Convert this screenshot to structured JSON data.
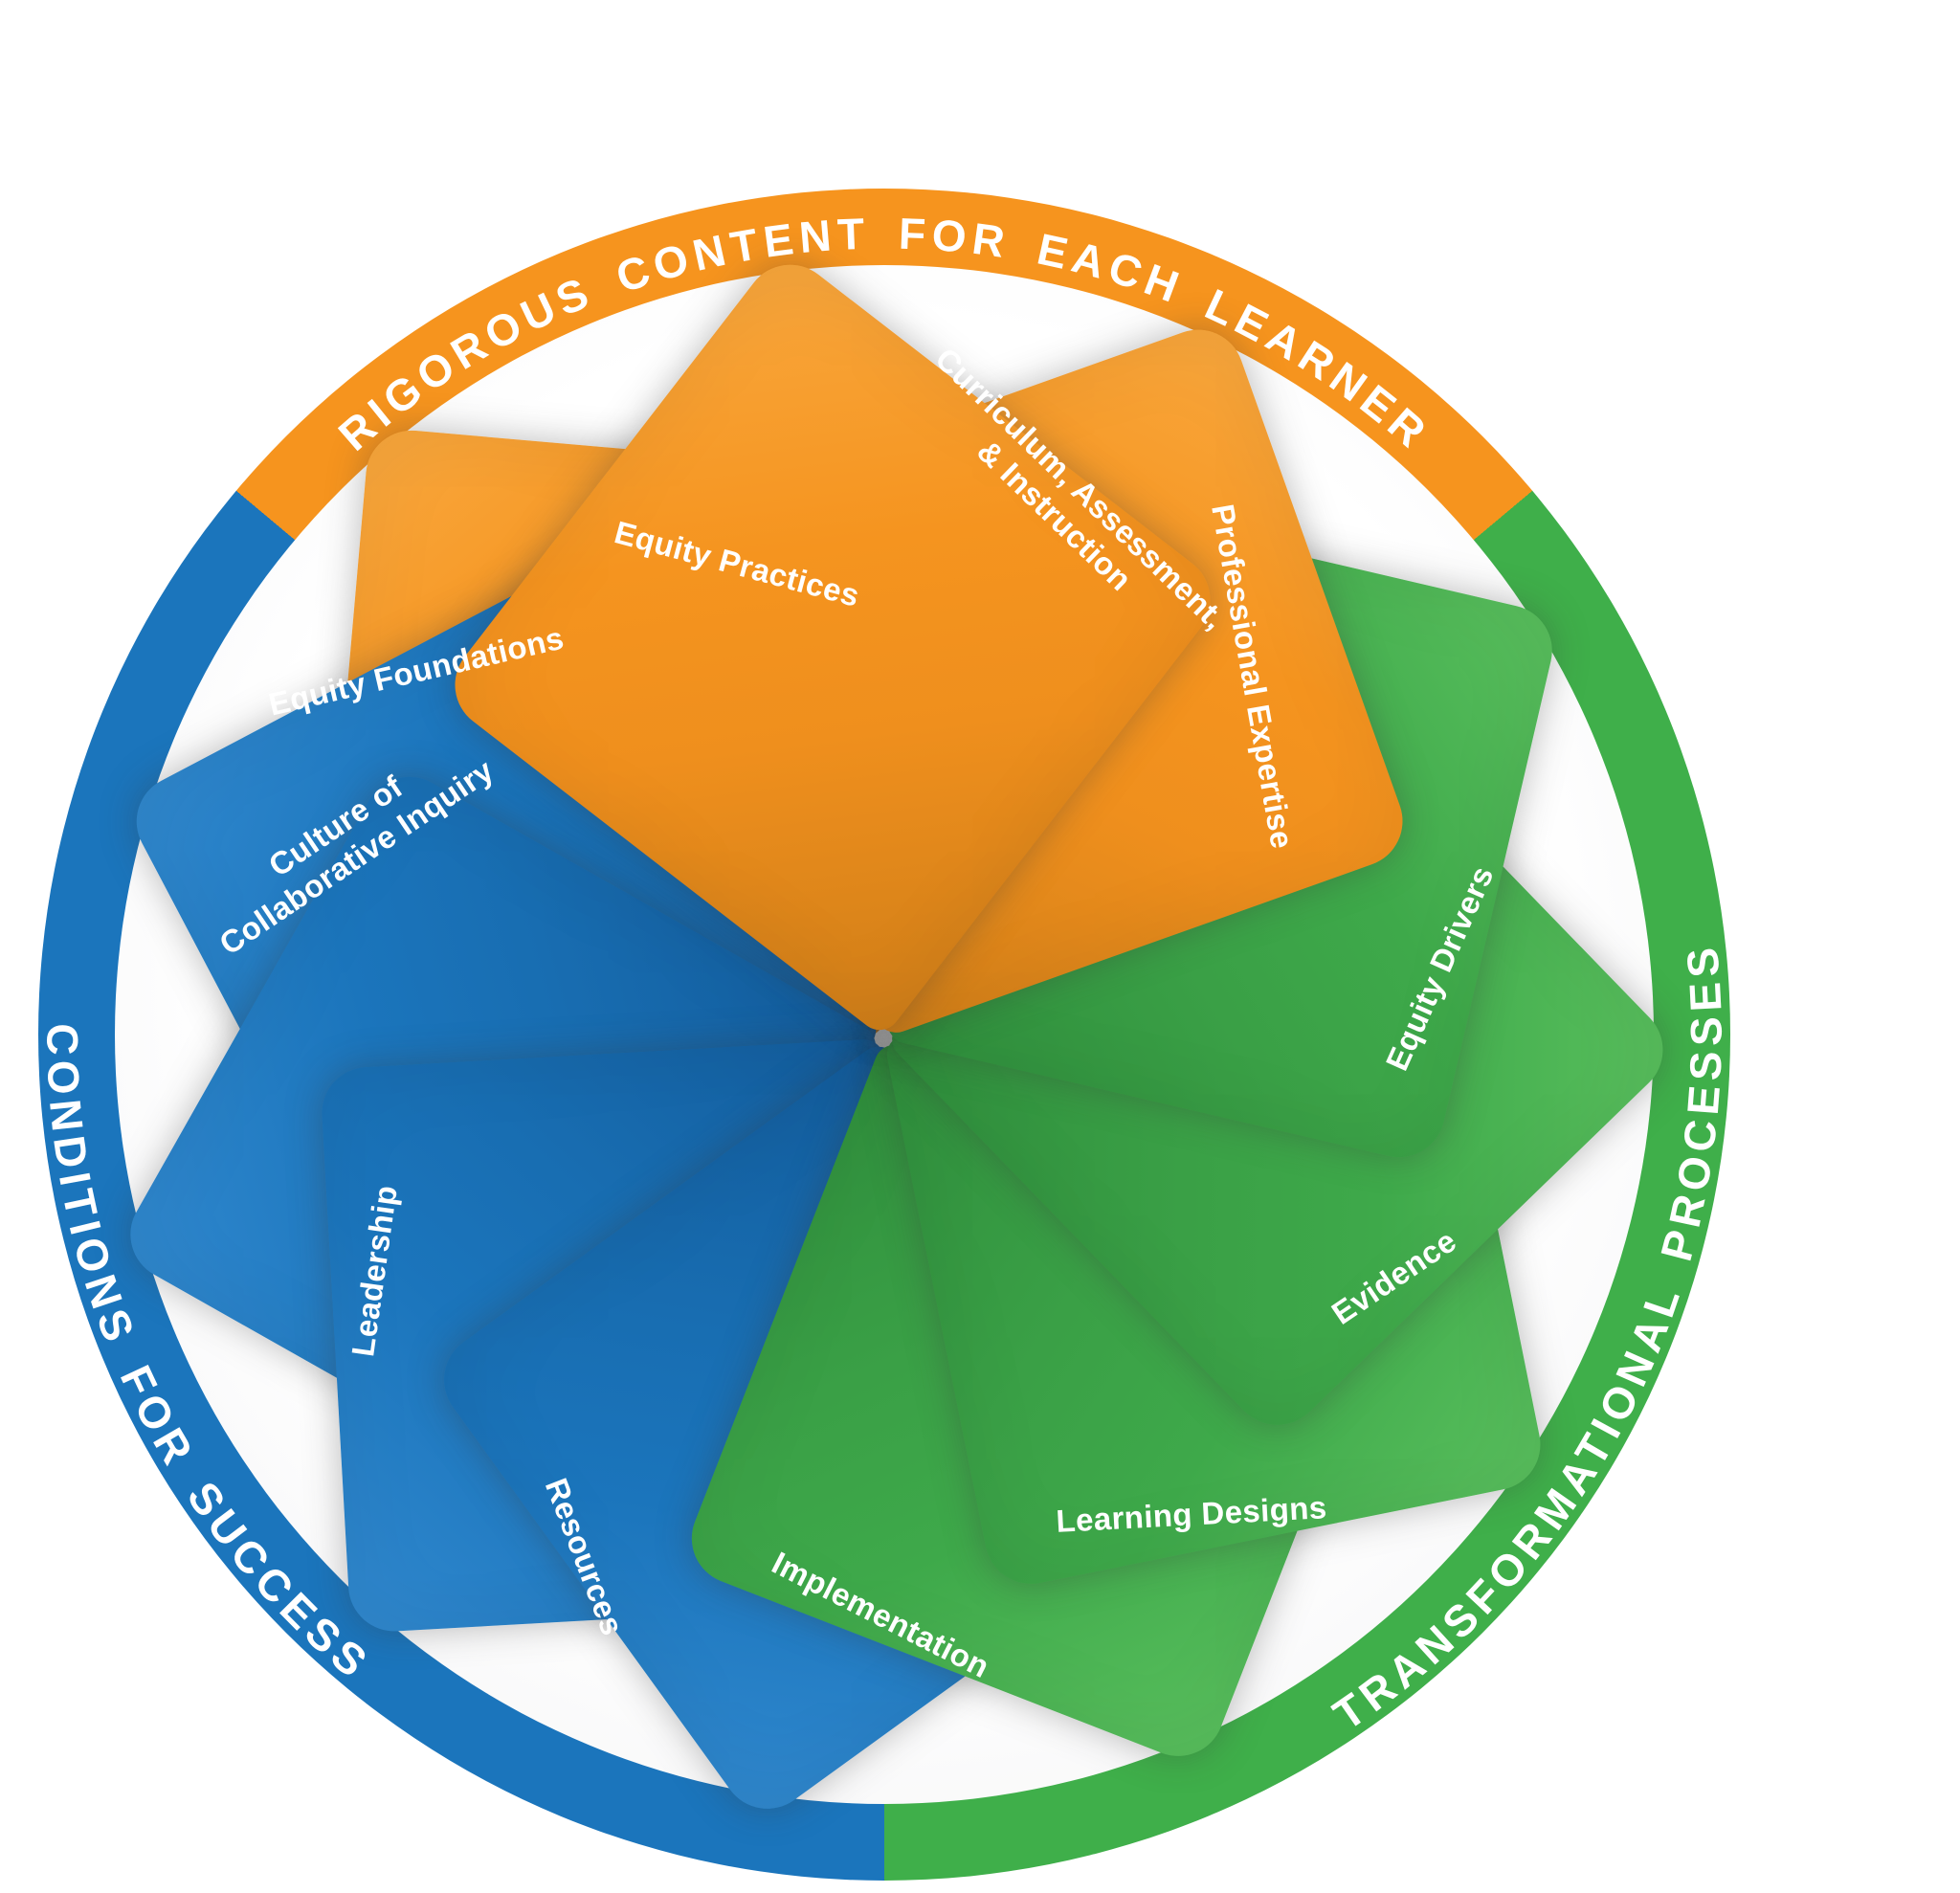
{
  "diagram": {
    "arcs": [
      {
        "name": "rigorous-content",
        "label": "RIGOROUS CONTENT FOR EACH LEARNER",
        "color": "#F6941E",
        "position": "top"
      },
      {
        "name": "transformational-processes",
        "label": "TRANSFORMATIONAL PROCESSES",
        "color": "#3FAF4A",
        "position": "right"
      },
      {
        "name": "conditions-for-success",
        "label": "CONDITIONS FOR SUCCESS",
        "color": "#1B75BC",
        "position": "left"
      }
    ],
    "cards": [
      {
        "label": "Curriculum, Assessment, & Instruction",
        "line1": "Curriculum, Assessment,",
        "line2": "& Instruction",
        "group": "rigorous-content",
        "color": "#F5941F"
      },
      {
        "label": "Professional Expertise",
        "line1": "Professional Expertise",
        "group": "rigorous-content",
        "color": "#F5941F"
      },
      {
        "label": "Equity Drivers",
        "line1": "Equity Drivers",
        "group": "transformational-processes",
        "color": "#3EA94A"
      },
      {
        "label": "Evidence",
        "line1": "Evidence",
        "group": "transformational-processes",
        "color": "#3EA94A"
      },
      {
        "label": "Learning Designs",
        "line1": "Learning Designs",
        "group": "transformational-processes",
        "color": "#3EA94A"
      },
      {
        "label": "Implementation",
        "line1": "Implementation",
        "group": "transformational-processes",
        "color": "#3EA94A"
      },
      {
        "label": "Resources",
        "line1": "Resources",
        "group": "conditions-for-success",
        "color": "#1B75BC"
      },
      {
        "label": "Leadership",
        "line1": "Leadership",
        "group": "conditions-for-success",
        "color": "#1B75BC"
      },
      {
        "label": "Culture of Collaborative Inquiry",
        "line1": "Culture of",
        "line2": "Collaborative Inquiry",
        "group": "conditions-for-success",
        "color": "#1B75BC"
      },
      {
        "label": "Equity Foundations",
        "line1": "Equity Foundations",
        "group": "conditions-for-success",
        "color": "#1B75BC"
      },
      {
        "label": "Equity Practices",
        "line1": "Equity Practices",
        "group": "rigorous-content",
        "color": "#F5941F"
      }
    ]
  }
}
